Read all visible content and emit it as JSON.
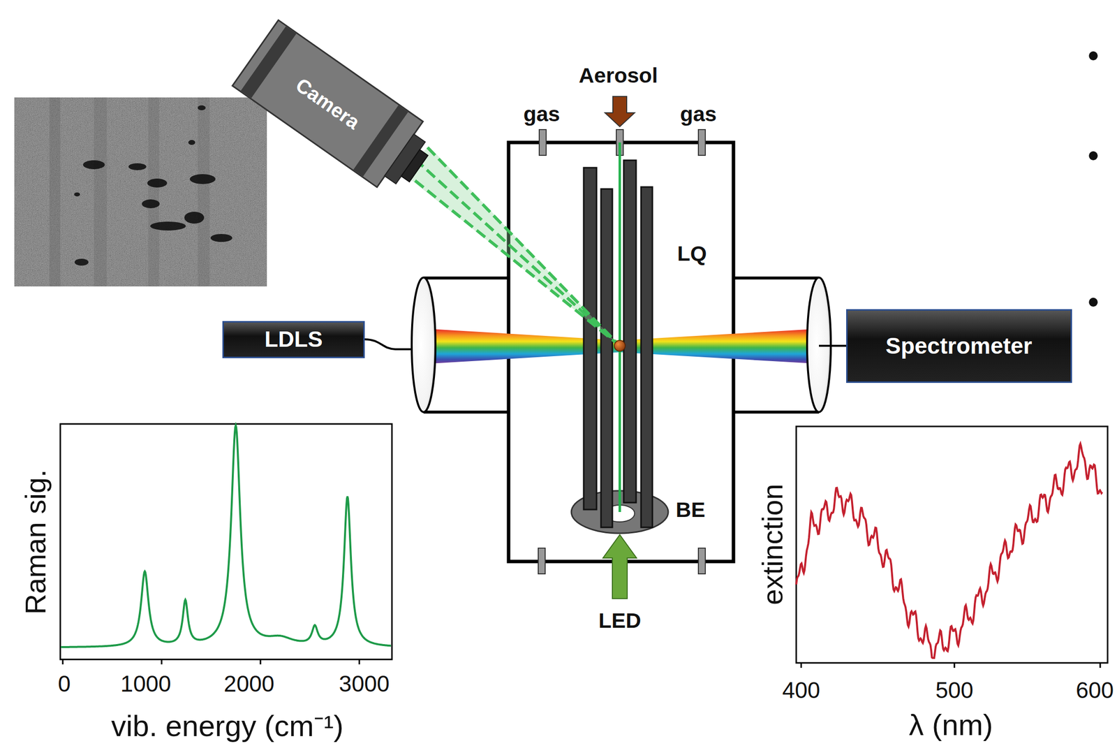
{
  "diagram": {
    "nodes": [
      {
        "text": [
          "Camera"
        ]
      },
      {
        "text": [
          "LDLS"
        ]
      },
      {
        "text": [
          "Spectrometer"
        ]
      }
    ],
    "labels": [
      "•",
      "•",
      "•",
      "Aerosol",
      "gas",
      "gas",
      "LQ",
      "BE",
      "LED",
      "Raman sig.",
      "0",
      "1000",
      "2000",
      "3000",
      "vib. energy (cm⁻¹)",
      "extinction",
      "400",
      "500",
      "600",
      "λ (nm)"
    ]
  }
}
